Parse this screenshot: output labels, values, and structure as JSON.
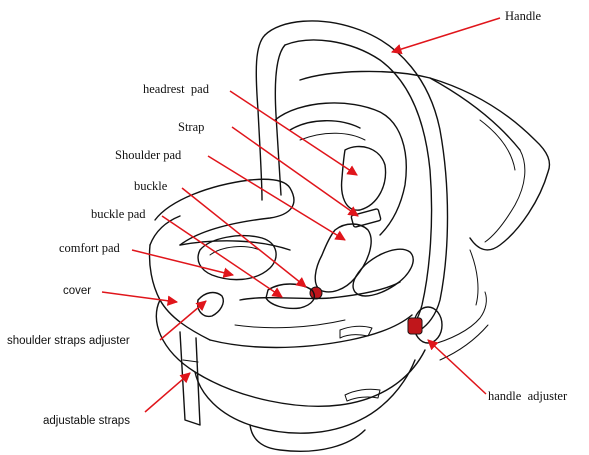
{
  "diagram": {
    "accent_color": "#e0151b",
    "labels": [
      {
        "id": "handle",
        "text": "Handle"
      },
      {
        "id": "headrest-pad",
        "text": "headrest  pad"
      },
      {
        "id": "strap",
        "text": "Strap"
      },
      {
        "id": "shoulder-pad",
        "text": "Shoulder pad"
      },
      {
        "id": "buckle",
        "text": "buckle"
      },
      {
        "id": "buckle-pad",
        "text": "buckle pad"
      },
      {
        "id": "comfort-pad",
        "text": "comfort pad"
      },
      {
        "id": "cover",
        "text": "cover"
      },
      {
        "id": "shoulder-straps-adjuster",
        "text": "shoulder straps adjuster"
      },
      {
        "id": "adjustable-straps",
        "text": "adjustable straps"
      },
      {
        "id": "handle-adjuster",
        "text": "handle  adjuster"
      }
    ]
  }
}
